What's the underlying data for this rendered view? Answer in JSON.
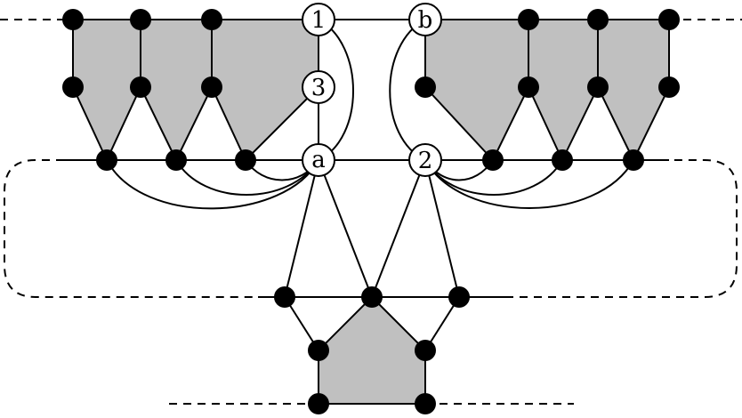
{
  "colors": {
    "stroke": "#000000",
    "fill_face": "#c0c0c0",
    "node_black": "#000000",
    "node_white": "#ffffff"
  },
  "labels": {
    "n1": "1",
    "n3": "3",
    "na": "a",
    "nb": "b",
    "n2": "2"
  }
}
